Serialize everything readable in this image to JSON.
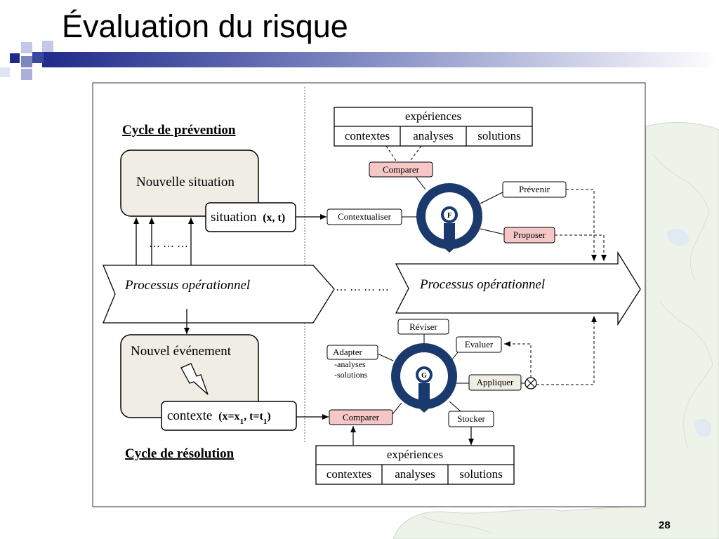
{
  "slide": {
    "title": "Évaluation du risque",
    "page_number": "28"
  },
  "diagram": {
    "prevention_cycle_title": "Cycle de prévention",
    "resolution_cycle_title": "Cycle de résolution",
    "new_situation": "Nouvelle situation",
    "situation_label": "situation",
    "situation_params": "(x, t)",
    "new_event": "Nouvel événement",
    "context_label": "contexte",
    "ellipsis_left": "… … …",
    "ellipsis_middle": "… … … …",
    "process_left": "Processus opérationnel",
    "process_right": "Processus opérationnel",
    "top_experiences": {
      "header": "expériences",
      "columns": [
        "contextes",
        "analyses",
        "solutions"
      ]
    },
    "bottom_experiences": {
      "header": "expériences",
      "columns": [
        "contextes",
        "analyses",
        "solutions"
      ]
    },
    "top_cycle": {
      "center_letter": "F",
      "compare": "Comparer",
      "contextualize": "Contextualiser",
      "prevent": "Prévenir",
      "propose": "Proposer"
    },
    "bottom_cycle": {
      "center_letter": "G",
      "revise": "Réviser",
      "evaluate": "Evaluer",
      "adapt": "Adapter",
      "adapt_items": [
        "-analyses",
        "-solutions"
      ],
      "apply": "Appliquer",
      "compare": "Comparer",
      "store": "Stocker"
    },
    "colors": {
      "cycle_blue": "#1a3a6e",
      "highlight_pink": "#f6c7c7",
      "situation_fill": "#efede4",
      "apply_fill": "#efede4"
    }
  }
}
